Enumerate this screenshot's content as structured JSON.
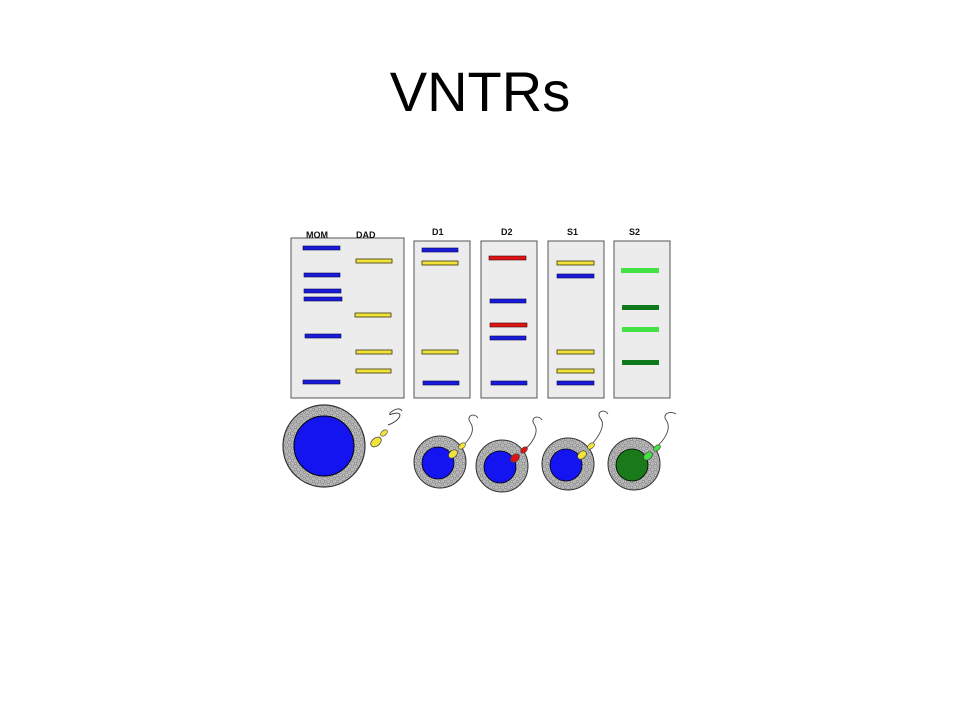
{
  "slide": {
    "title": "VNTRs"
  },
  "colors": {
    "mom_band": "#1a1adc",
    "dad_band": "#f2e33a",
    "red_band": "#e01414",
    "green_band": "#44e044",
    "dark_green_band": "#0f7a1a",
    "gel_background": "#ececec",
    "gel_border": "#555555",
    "egg_nucleus_blue": "#1414f0",
    "egg_nucleus_green": "#1a7a1a",
    "egg_membrane": "#9a9a9a"
  },
  "gel": {
    "lanes": [
      {
        "id": "mom",
        "label": "MOM"
      },
      {
        "id": "dad",
        "label": "DAD"
      },
      {
        "id": "d1",
        "label": "D1"
      },
      {
        "id": "d2",
        "label": "D2"
      },
      {
        "id": "s1",
        "label": "S1"
      },
      {
        "id": "s2",
        "label": "S2"
      }
    ],
    "bands": {
      "mom": [
        "blue",
        "blue",
        "blue",
        "blue",
        "blue",
        "blue"
      ],
      "dad": [
        "yellow",
        "yellow",
        "yellow",
        "yellow"
      ],
      "d1": [
        "blue",
        "yellow",
        "yellow",
        "blue"
      ],
      "d2": [
        "red",
        "blue",
        "red",
        "blue",
        "blue"
      ],
      "s1": [
        "yellow",
        "blue",
        "yellow",
        "yellow",
        "blue"
      ],
      "s2": [
        "light-green",
        "dark-green",
        "light-green",
        "dark-green"
      ]
    }
  },
  "fertilization": {
    "items": [
      {
        "id": "parents",
        "egg_nucleus": "blue",
        "sperm_color": "yellow",
        "fused": false
      },
      {
        "id": "d1",
        "egg_nucleus": "blue",
        "sperm_color": "yellow",
        "fused": true
      },
      {
        "id": "d2",
        "egg_nucleus": "blue",
        "sperm_color": "red",
        "fused": true
      },
      {
        "id": "s1",
        "egg_nucleus": "blue",
        "sperm_color": "yellow",
        "fused": true
      },
      {
        "id": "s2",
        "egg_nucleus": "green",
        "sperm_color": "green",
        "fused": true
      }
    ]
  }
}
